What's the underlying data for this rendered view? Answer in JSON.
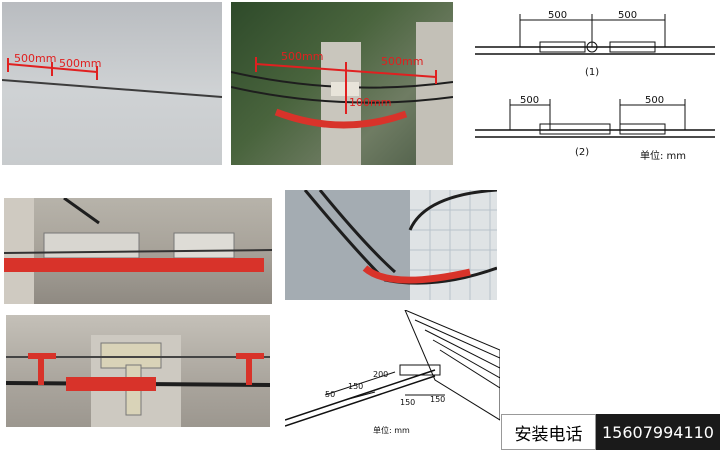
{
  "panel_sky": {
    "dim_left": "500mm",
    "dim_right": "500mm"
  },
  "panel_pole": {
    "dim_left": "500mm",
    "dim_right": "500mm",
    "dim_drop": "100mm"
  },
  "drawing_top": {
    "dim_upper_left": "500",
    "dim_upper_right": "500",
    "caption_1": "(1)",
    "dim_lower_left": "500",
    "dim_lower_right": "500",
    "caption_2": "(2)",
    "unit_note": "单位: mm"
  },
  "drawing_bottom": {
    "dim_150_a": "150",
    "dim_200": "200",
    "dim_50": "50",
    "dim_150_b": "150",
    "dim_150_c": "150",
    "unit_note": "单位: mm"
  },
  "contact": {
    "label": "安装电话",
    "phone": "15607994110"
  },
  "colors": {
    "sleeve_red": "#d8332a",
    "cable_dark": "#1e1e1e"
  }
}
